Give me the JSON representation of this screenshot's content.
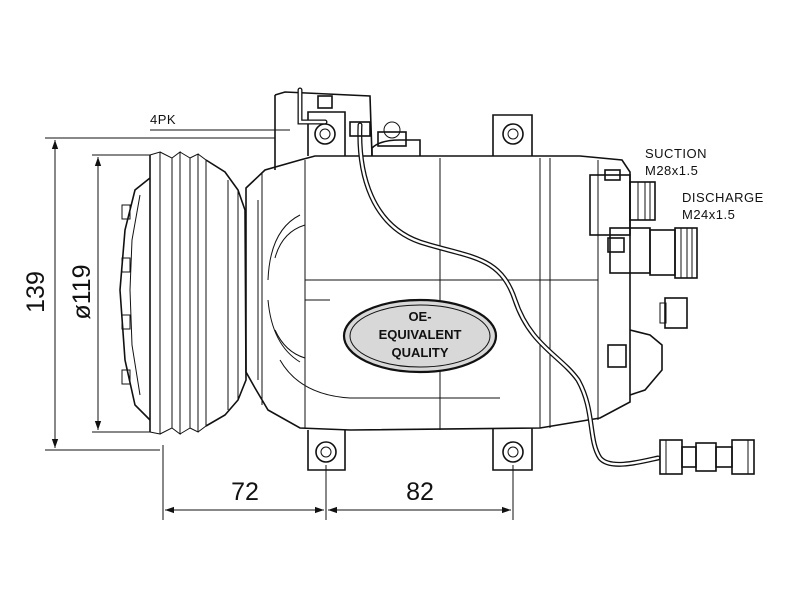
{
  "labels": {
    "belt": "4PK",
    "suction_title": "SUCTION",
    "suction_thread": "M28x1.5",
    "discharge_title": "DISCHARGE",
    "discharge_thread": "M24x1.5"
  },
  "dimensions": {
    "height": "139",
    "pulley_diameter": "ø119",
    "offset_front": "72",
    "mount_spacing": "82"
  },
  "seal": {
    "line1": "OE-",
    "line2": "EQUIVALENT",
    "line3": "QUALITY"
  },
  "colors": {
    "ink": "#111111",
    "seal_fill": "#d8d8d8"
  }
}
